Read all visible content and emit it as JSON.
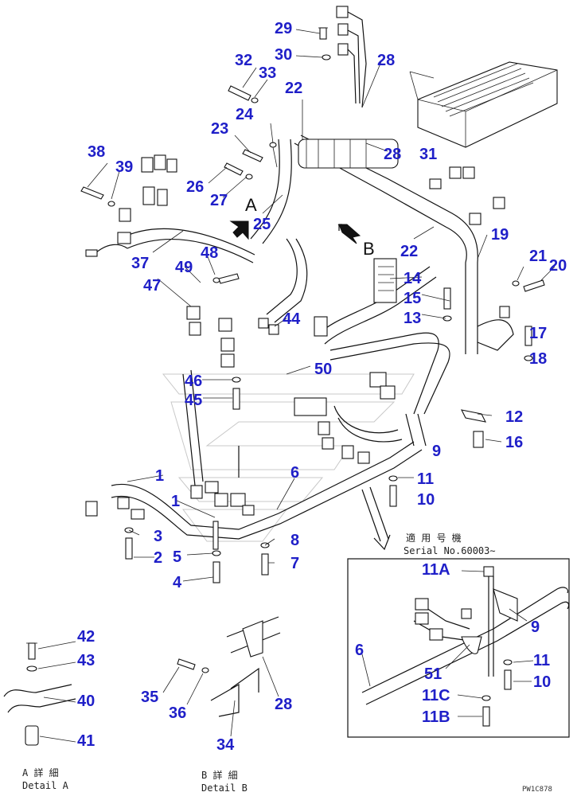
{
  "part_numbers": [
    "29",
    "30",
    "28",
    "32",
    "33",
    "22",
    "24",
    "23",
    "28",
    "31",
    "38",
    "39",
    "26",
    "27",
    "25",
    "22",
    "19",
    "21",
    "20",
    "37",
    "48",
    "49",
    "14",
    "15",
    "13",
    "47",
    "44",
    "17",
    "18",
    "46",
    "50",
    "45",
    "12",
    "16",
    "9",
    "1",
    "6",
    "11",
    "10",
    "1",
    "3",
    "8",
    "2",
    "5",
    "7",
    "4",
    "11A",
    "9",
    "6",
    "11",
    "51",
    "10",
    "11C",
    "11B",
    "42",
    "43",
    "40",
    "41",
    "35",
    "36",
    "28",
    "34"
  ],
  "view_labels": {
    "a": "A",
    "b": "B"
  },
  "serial_note": {
    "jp": "適 用 号 機",
    "en": "Serial No.60003∼"
  },
  "details": {
    "a_jp": "A 詳 細",
    "a_en": "Detail A",
    "b_jp": "B 詳 細",
    "b_en": "Detail B"
  },
  "drawing_code": "PW1C878",
  "colors": {
    "label": "#1f1fc8",
    "line": "#111111",
    "watermark": "#c8c8c8"
  }
}
